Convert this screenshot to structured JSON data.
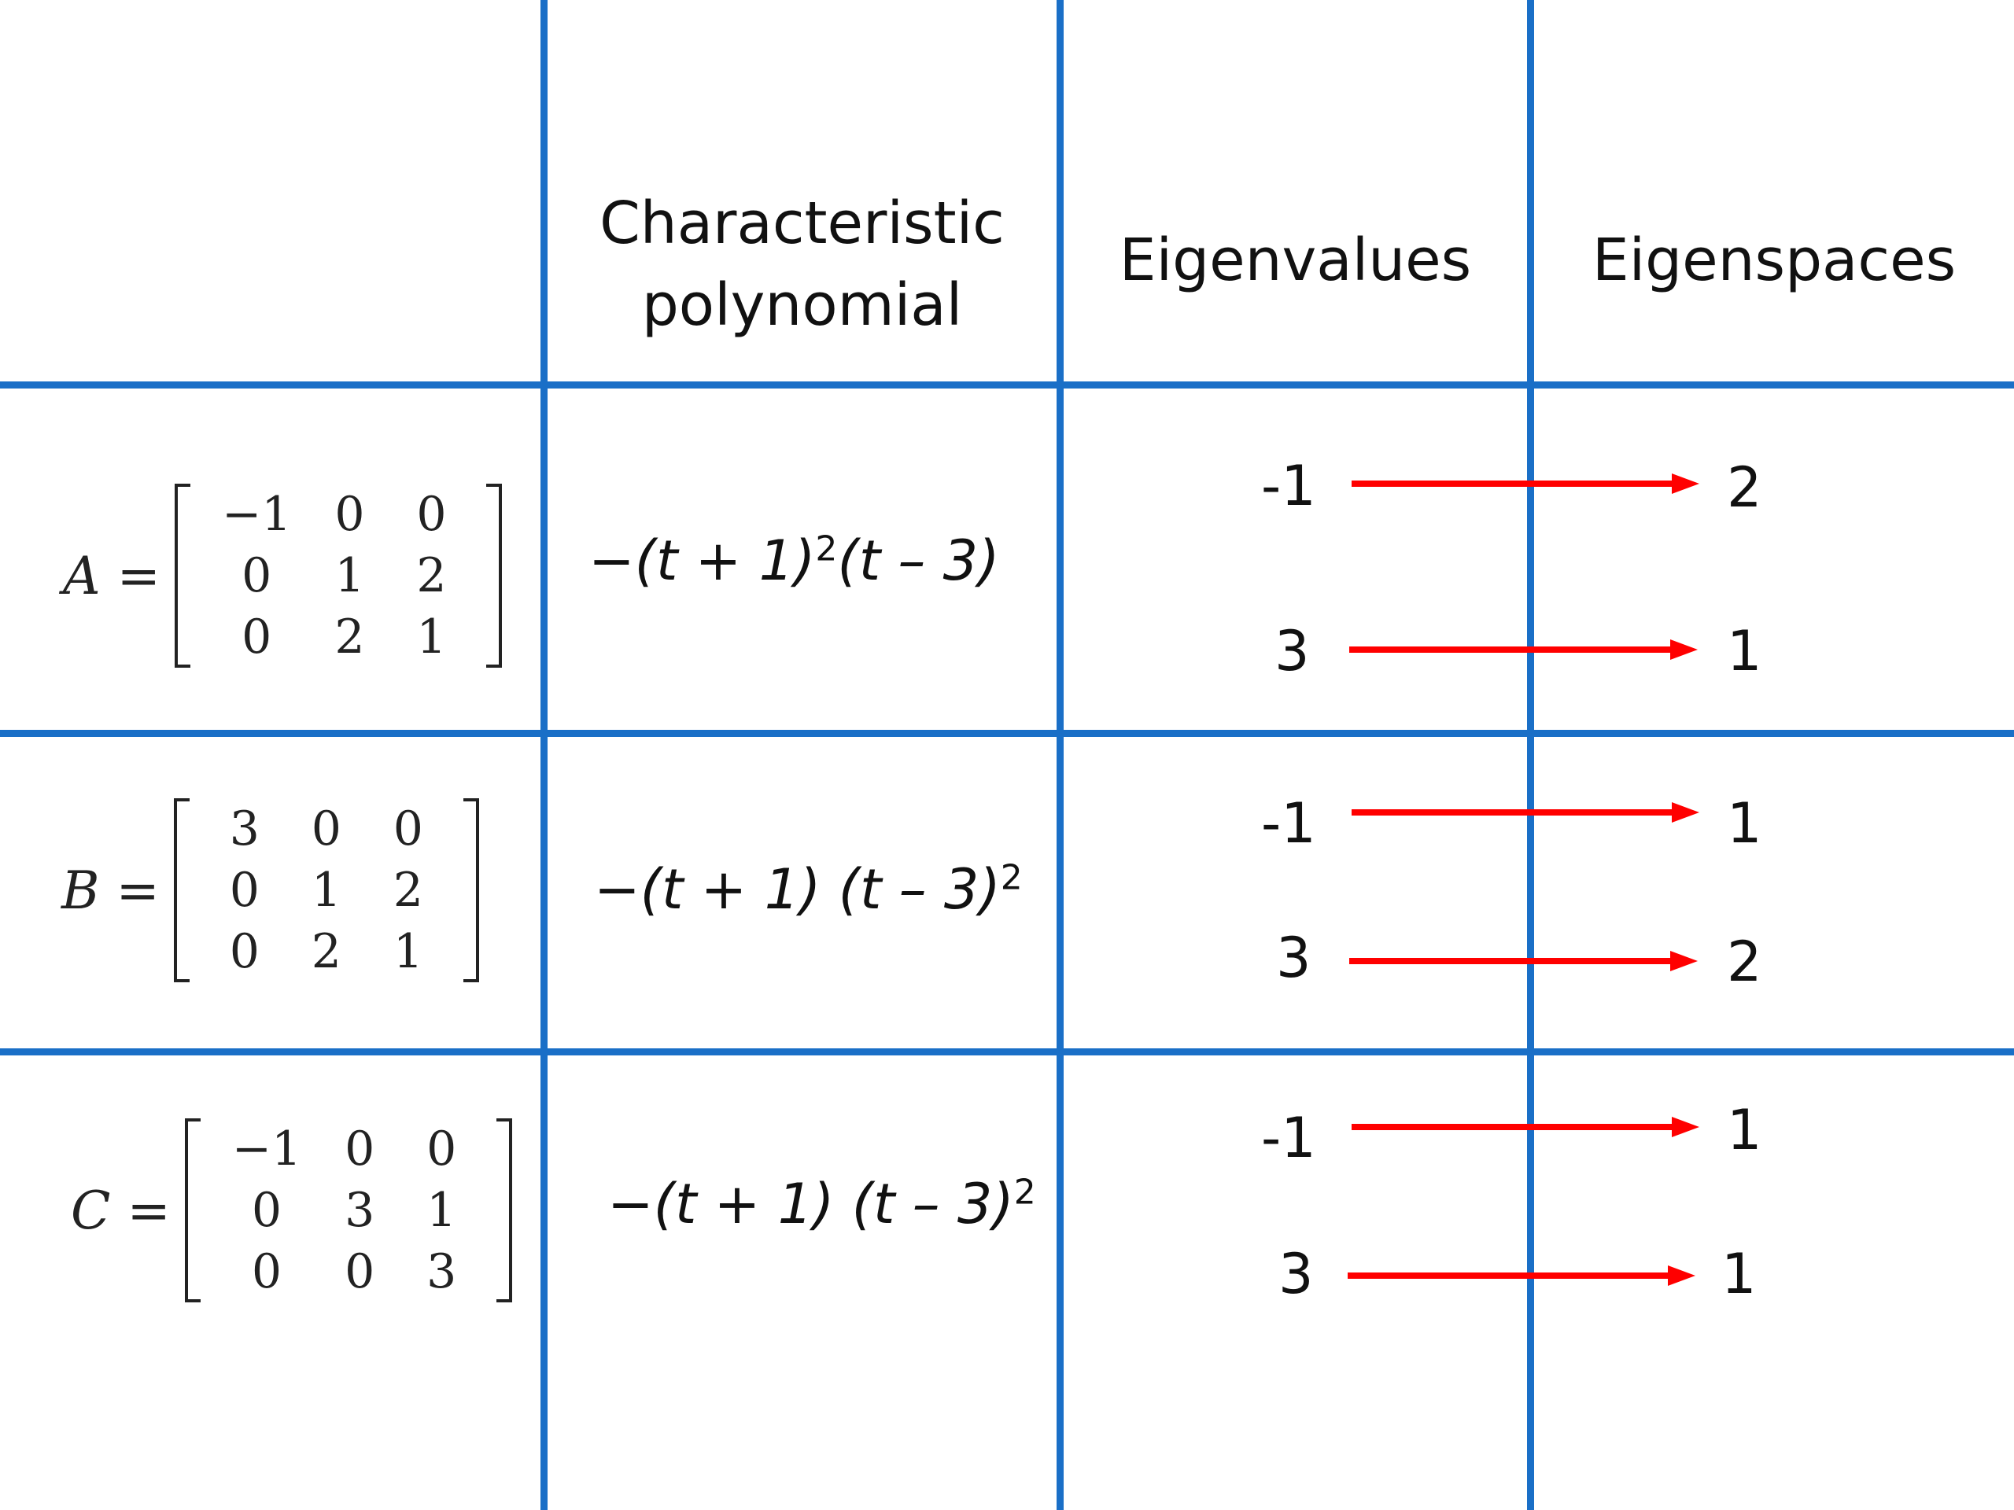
{
  "headers": {
    "char_poly_line1": "Characteristic",
    "char_poly_line2": "polynomial",
    "eigenvalues": "Eigenvalues",
    "eigenspaces": "Eigenspaces"
  },
  "rows": [
    {
      "name": "A",
      "matrix": [
        [
          "−1",
          "0",
          "0"
        ],
        [
          "0",
          "1",
          "2"
        ],
        [
          "0",
          "2",
          "1"
        ]
      ],
      "poly": {
        "a": "−(t + 1)",
        "exp1": "2",
        "b": "(t – 3)",
        "exp2": ""
      },
      "eigen": [
        {
          "value": "-1",
          "space": "2"
        },
        {
          "value": "3",
          "space": "1"
        }
      ]
    },
    {
      "name": "B",
      "matrix": [
        [
          "3",
          "0",
          "0"
        ],
        [
          "0",
          "1",
          "2"
        ],
        [
          "0",
          "2",
          "1"
        ]
      ],
      "poly": {
        "a": "−(t + 1) ",
        "exp1": "",
        "b": "(t – 3)",
        "exp2": "2"
      },
      "eigen": [
        {
          "value": "-1",
          "space": "1"
        },
        {
          "value": "3",
          "space": "2"
        }
      ]
    },
    {
      "name": "C",
      "matrix": [
        [
          "−1",
          "0",
          "0"
        ],
        [
          "0",
          "3",
          "1"
        ],
        [
          "0",
          "0",
          "3"
        ]
      ],
      "poly": {
        "a": "−(t + 1) ",
        "exp1": "",
        "b": "(t – 3)",
        "exp2": "2"
      },
      "eigen": [
        {
          "value": "-1",
          "space": "1"
        },
        {
          "value": "3",
          "space": "1"
        }
      ]
    }
  ],
  "colors": {
    "grid": "#1a6fc7",
    "arrow": "#ff0000"
  }
}
